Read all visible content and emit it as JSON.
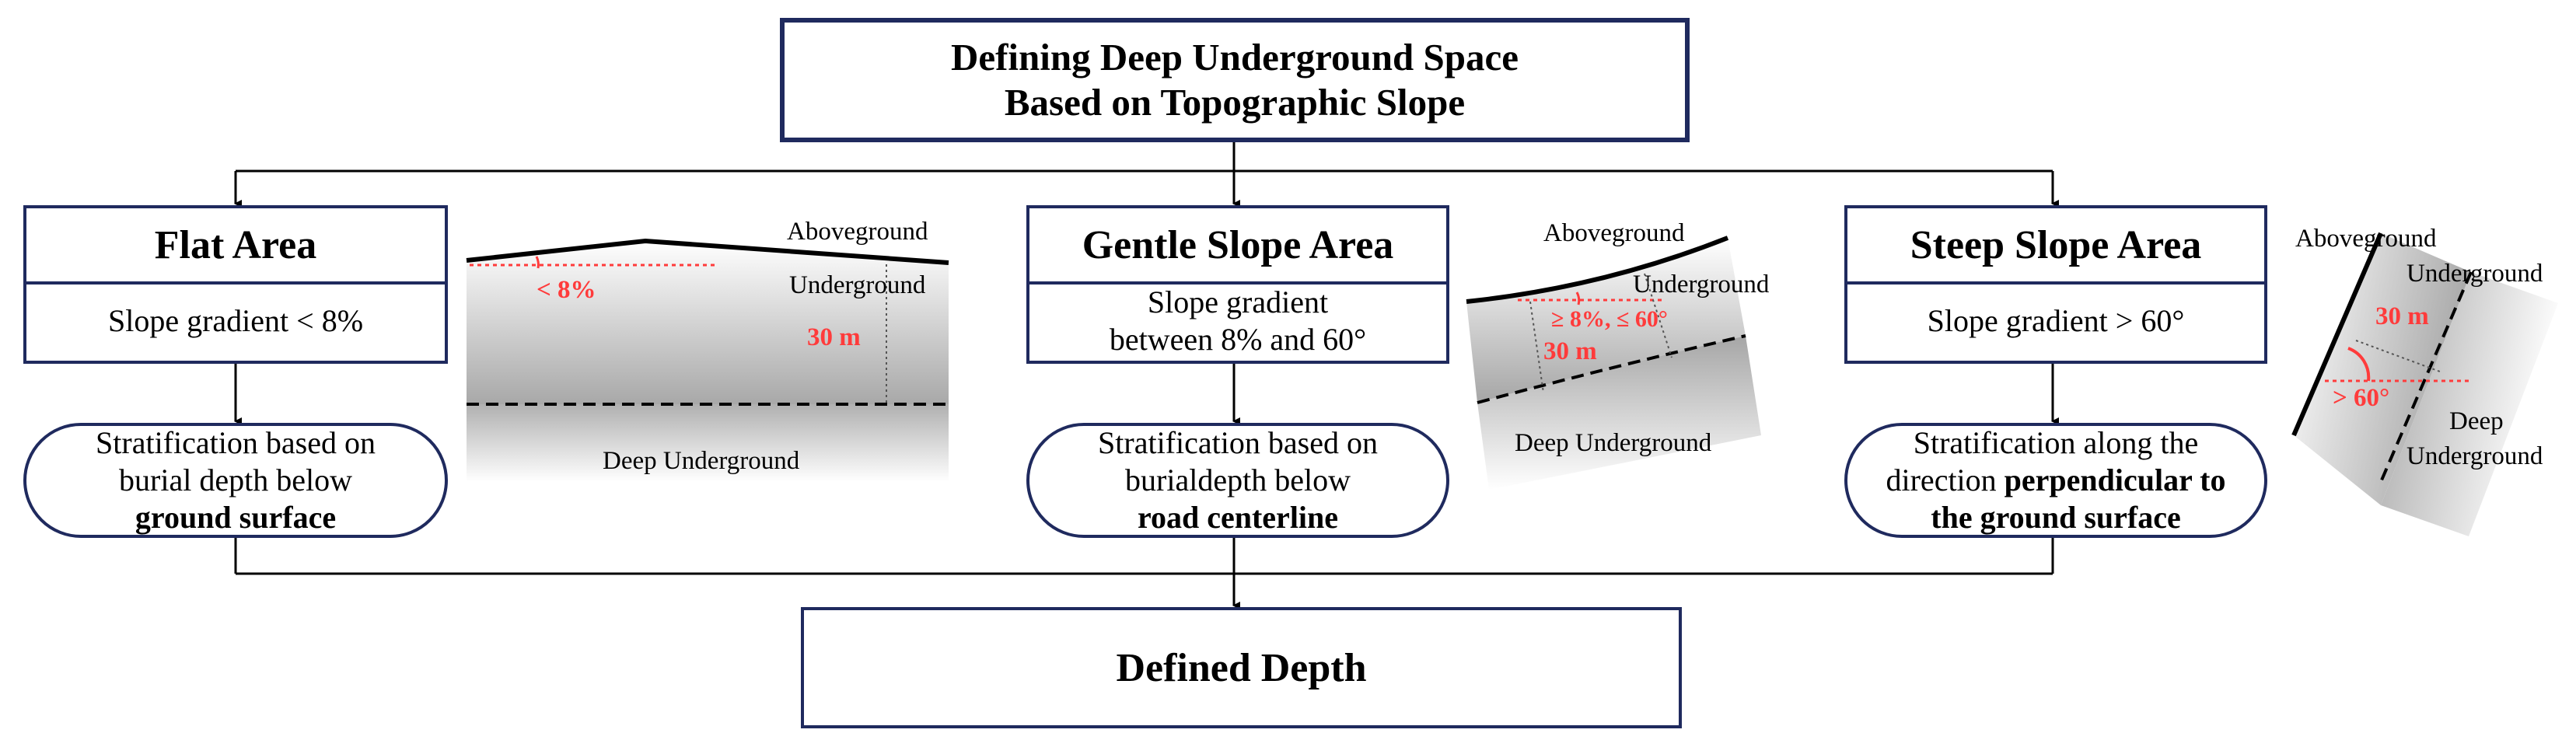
{
  "title": {
    "line1": "Defining Deep Underground Space",
    "line2": "Based on Topographic Slope"
  },
  "categories": [
    {
      "name": "Flat Area",
      "criterion": [
        "Slope gradient < 8%"
      ],
      "method": {
        "line1": "Stratification based on",
        "line2": "burial depth below",
        "line3_bold": "ground surface"
      }
    },
    {
      "name": "Gentle Slope Area",
      "criterion": [
        "Slope gradient",
        "between 8% and 60°"
      ],
      "method": {
        "line1": "Stratification based on",
        "line2": "burialdepth below",
        "line3_bold": "road centerline"
      }
    },
    {
      "name": "Steep Slope Area",
      "criterion": [
        "Slope gradient > 60°"
      ],
      "method": {
        "line1": "Stratification along the",
        "line2_prefix": "direction ",
        "line2_bold": "perpendicular to",
        "line3_bold": "the ground surface"
      }
    }
  ],
  "result": "Defined Depth",
  "sketches": {
    "flat": {
      "aboveground": "Aboveground",
      "underground": "Underground",
      "deep": "Deep Underground",
      "slope": "< 8%",
      "depth": "30 m"
    },
    "gentle": {
      "aboveground": "Aboveground",
      "underground": "Underground",
      "deep": "Deep Underground",
      "slope": "≥ 8%, ≤ 60°",
      "depth": "30 m"
    },
    "steep": {
      "aboveground": "Aboveground",
      "underground": "Underground",
      "deep1": "Deep",
      "deep2": "Underground",
      "slope": "> 60°",
      "depth": "30 m"
    }
  },
  "colors": {
    "border": "#1f2a5e",
    "accent_red": "#ff3b3b",
    "line": "#000000"
  }
}
